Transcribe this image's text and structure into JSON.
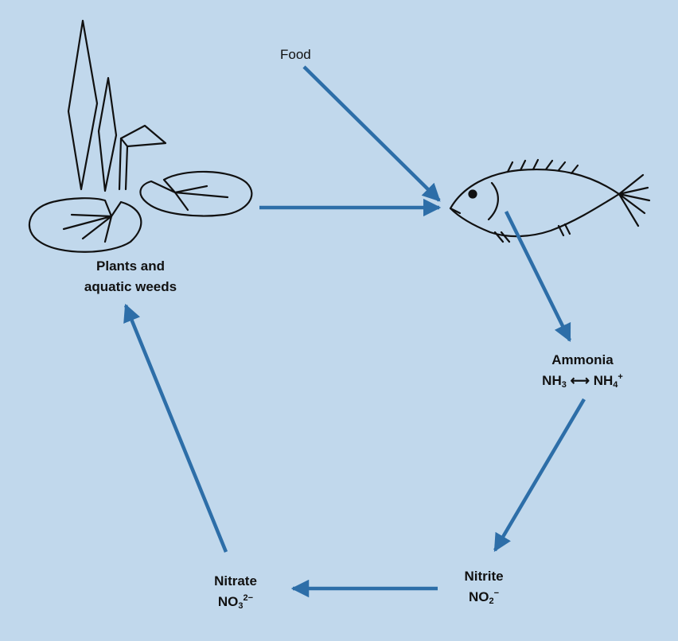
{
  "colors": {
    "background": "#c1d8ec",
    "arrow": "#2d6ea8",
    "ink": "#111111"
  },
  "labels": {
    "food": "Food",
    "plants_line1": "Plants and",
    "plants_line2": "aquatic weeds",
    "ammonia_name": "Ammonia",
    "ammonia_nh": "NH",
    "ammonia_sub3": "3",
    "ammonia_arrow": "⟷",
    "ammonia_nh4": "NH",
    "ammonia_sub4": "4",
    "ammonia_sup": "+",
    "nitrite_name": "Nitrite",
    "nitrite_no": "NO",
    "nitrite_sub": "2",
    "nitrite_sup": "−",
    "nitrate_name": "Nitrate",
    "nitrate_no": "NO",
    "nitrate_sub": "3",
    "nitrate_sup": "2−"
  },
  "icons": {
    "plants": "plants-and-lily-pads-icon",
    "fish": "fish-icon"
  }
}
